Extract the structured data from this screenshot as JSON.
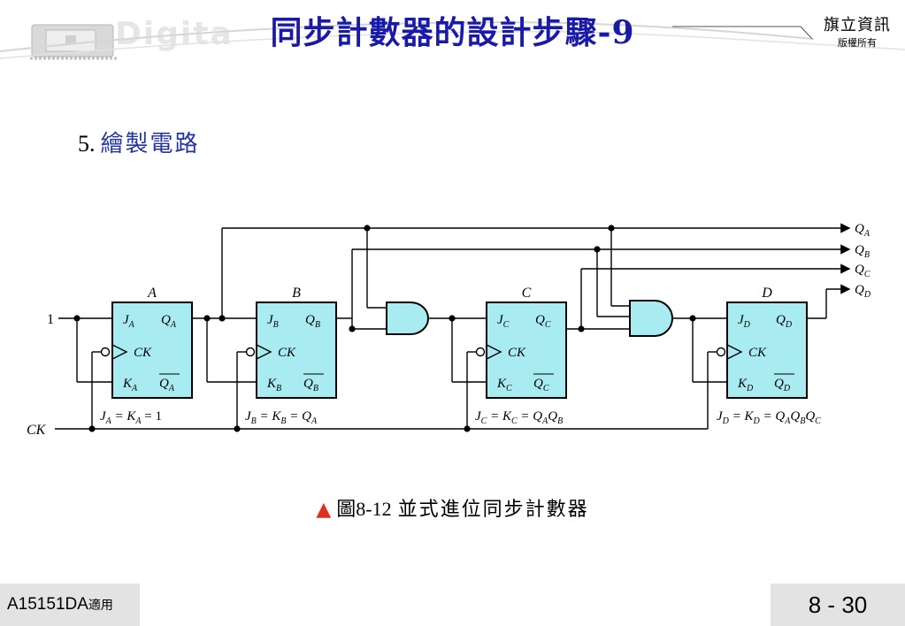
{
  "header": {
    "brand_ghost": "Digita",
    "title": "同步計數器的設計步驟-9",
    "publisher_name": "旗立資訊",
    "publisher_rights": "版權所有"
  },
  "step": {
    "number": "5.",
    "text": "繪製電路"
  },
  "diagram": {
    "flipflops": [
      {
        "name": "A",
        "j": "J",
        "k": "K",
        "q": "Q",
        "qbar": "Q",
        "sub": "A",
        "ck": "CK"
      },
      {
        "name": "B",
        "j": "J",
        "k": "K",
        "q": "Q",
        "qbar": "Q",
        "sub": "B",
        "ck": "CK"
      },
      {
        "name": "C",
        "j": "J",
        "k": "K",
        "q": "Q",
        "qbar": "Q",
        "sub": "C",
        "ck": "CK"
      },
      {
        "name": "D",
        "j": "J",
        "k": "K",
        "q": "Q",
        "qbar": "Q",
        "sub": "D",
        "ck": "CK"
      }
    ],
    "outputs": [
      {
        "q": "Q",
        "sub": "A"
      },
      {
        "q": "Q",
        "sub": "B"
      },
      {
        "q": "Q",
        "sub": "C"
      },
      {
        "q": "Q",
        "sub": "D"
      }
    ],
    "input_one": "1",
    "clock_label": "CK",
    "equations": {
      "a": {
        "p1": "J",
        "s1": "A",
        "eq1": " = K",
        "s2": "A",
        "eq2": " = 1"
      },
      "b": {
        "p1": "J",
        "s1": "B",
        "eq1": " = K",
        "s2": "B",
        "eq2": " = Q",
        "s3": "A"
      },
      "c": {
        "p1": "J",
        "s1": "C",
        "eq1": " = K",
        "s2": "C",
        "eq2": " = Q",
        "s3": "A",
        "p4": "Q",
        "s4": "B"
      },
      "d": {
        "p1": "J",
        "s1": "D",
        "eq1": " = K",
        "s2": "D",
        "eq2": " = Q",
        "s3": "A",
        "p4": "Q",
        "s4": "B",
        "p5": "Q",
        "s5": "C"
      }
    }
  },
  "caption": {
    "marker": "▲",
    "figure": "圖8-12",
    "text": "並式進位同步計數器"
  },
  "footer": {
    "course": "A15151DA",
    "course_suffix": "適用",
    "page": "8 - 30"
  },
  "colors": {
    "title": "#1a1aa8",
    "step_text": "#2233aa",
    "flipflop_fill": "#a8ecf2",
    "marker": "#e03020",
    "footer_bg": "#e3e3e3"
  }
}
